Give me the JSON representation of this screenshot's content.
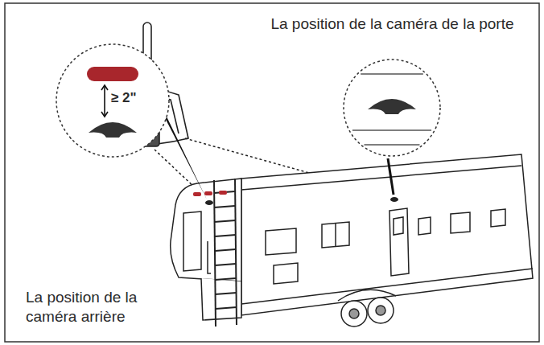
{
  "diagram": {
    "nodes": [
      {
        "text": [
          "La position de la caméra de la porte"
        ]
      },
      {
        "text": [
          "≥ 2\"",
          "La position de la caméra arrière"
        ]
      }
    ]
  }
}
